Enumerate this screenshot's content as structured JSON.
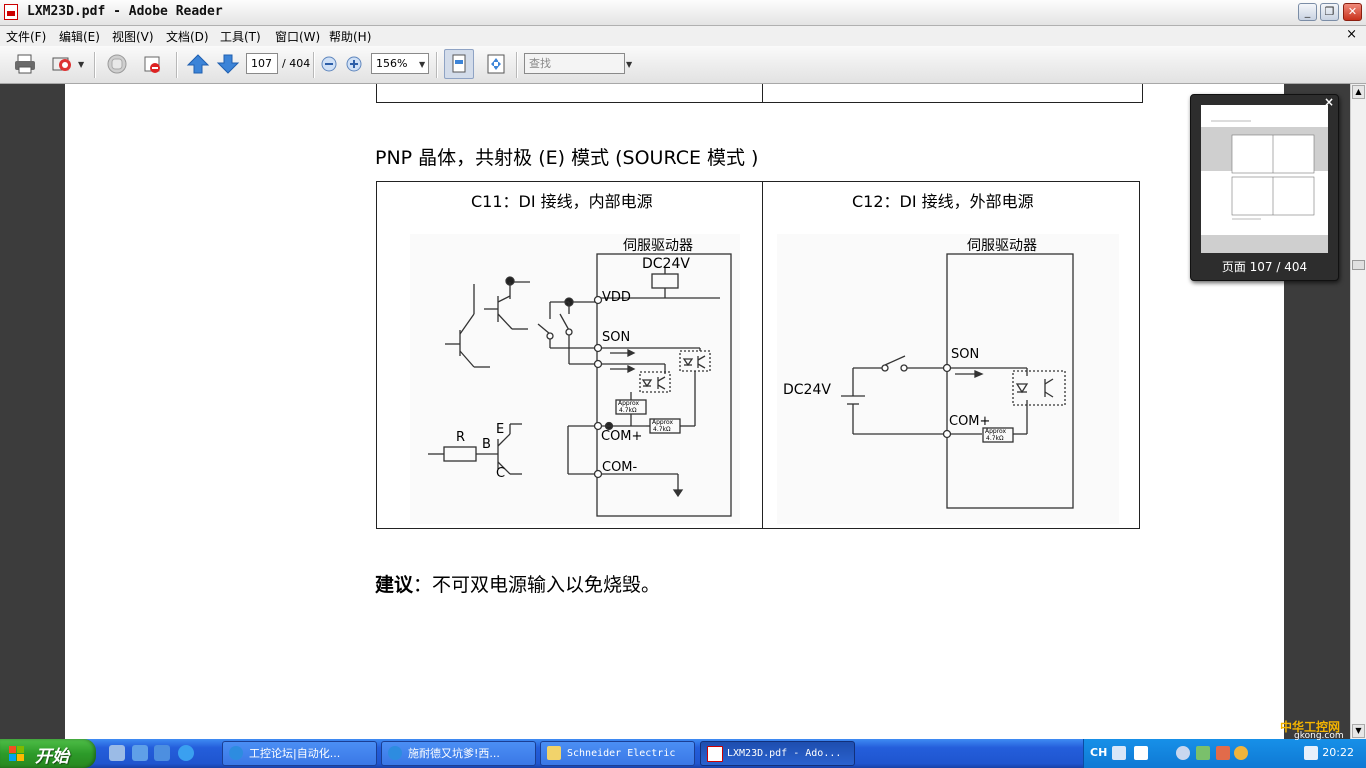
{
  "window": {
    "title": "LXM23D.pdf - Adobe Reader",
    "controls": {
      "minimize": "_",
      "restore": "❐",
      "close": "✕"
    }
  },
  "menu": {
    "items": [
      "文件(F)",
      "编辑(E)",
      "视图(V)",
      "文档(D)",
      "工具(T)",
      "窗口(W)",
      "帮助(H)"
    ],
    "doc_close": "×"
  },
  "toolbar": {
    "current_page": "107",
    "total_pages": "/ 404",
    "zoom": "156%",
    "search_placeholder": "查找",
    "icons": [
      "print-icon",
      "email-icon",
      "hand-icon",
      "secure-icon",
      "previous-page-icon",
      "next-page-icon",
      "zoom-out-icon",
      "zoom-in-icon",
      "fit-width-icon",
      "fit-page-icon"
    ]
  },
  "document": {
    "section_heading": "PNP 晶体，共射极 (E) 模式 (SOURCE 模式 )",
    "left_panel": {
      "title": "C11：DI 接线，内部电源",
      "driver_label": "伺服驱动器",
      "dc_label": "DC24V",
      "vdd": "VDD",
      "son": "SON",
      "com_plus": "COM+",
      "com_minus": "COM-",
      "r": "R",
      "b": "B",
      "e": "E",
      "c": "C",
      "approx": "Approx",
      "ohm": "4.7kΩ"
    },
    "right_panel": {
      "title": "C12：DI 接线，外部电源",
      "driver_label": "伺服驱动器",
      "dc_label": "DC24V",
      "son": "SON",
      "com_plus": "COM+",
      "approx": "Approx",
      "ohm": "4.7kΩ"
    },
    "advice_bold": "建议",
    "advice_text": "：不可双电源输入以免烧毁。"
  },
  "thumbnail": {
    "label": "页面 107 / 404",
    "close": "×"
  },
  "taskbar": {
    "start": "开始",
    "tasks": [
      {
        "label": "工控论坛|自动化...",
        "active": false
      },
      {
        "label": "施耐德又坑爹!西...",
        "active": false
      },
      {
        "label": "Schneider Electric",
        "active": false
      },
      {
        "label": "LXM23D.pdf - Ado...",
        "active": true
      }
    ],
    "language": "CH",
    "clock": "20:22",
    "watermark": "中华工控网",
    "watermark_url": "gkong.com"
  },
  "colors": {
    "taskbar_blue": "#245edb",
    "start_green": "#2d9b2a",
    "pdf_red": "#cc0000",
    "page_bg": "#ffffff",
    "viewer_bg": "#3c3c3c"
  }
}
